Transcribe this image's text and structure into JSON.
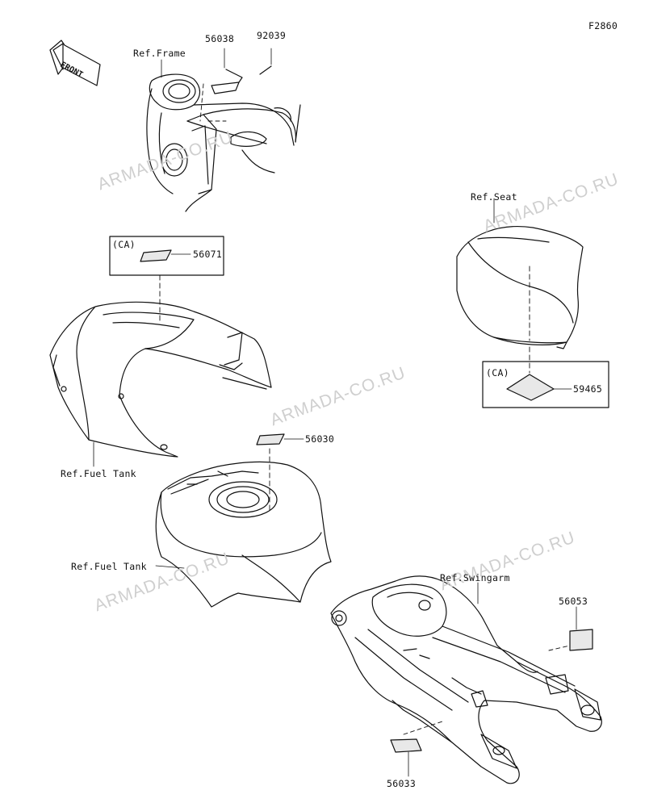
{
  "figure_code": "F2860",
  "front_label": "FRONT",
  "watermark": "ARMADA-CO.RU",
  "references": {
    "frame": "Ref.Frame",
    "seat": "Ref.Seat",
    "fuel_tank_cover": "Ref.Fuel Tank",
    "fuel_tank": "Ref.Fuel Tank",
    "swingarm": "Ref.Swingarm"
  },
  "ca_label": "(CA)",
  "parts": {
    "p56038": "56038",
    "p92039": "92039",
    "p56071": "56071",
    "p59465": "59465",
    "p56030": "56030",
    "p56053": "56053",
    "p56033": "56033"
  }
}
